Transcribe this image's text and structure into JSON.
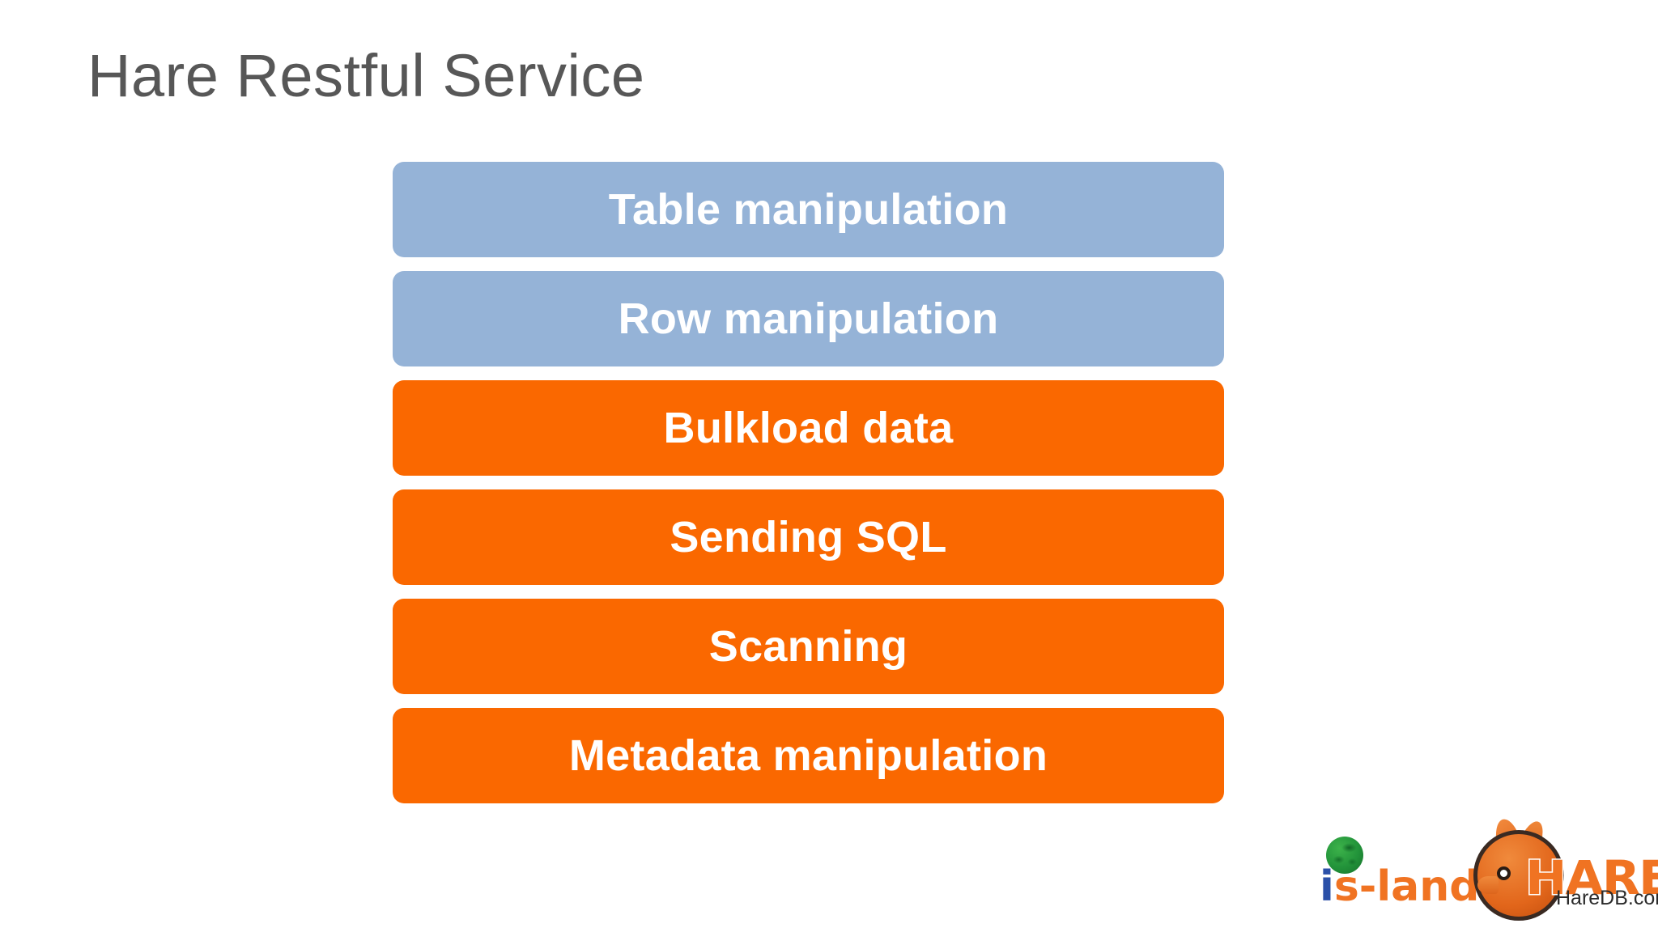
{
  "slide": {
    "title": "Hare Restful Service",
    "background_color": "#ffffff",
    "title_color": "#575757"
  },
  "colors": {
    "blue_bar": "#95b3d7",
    "orange_bar": "#fa6800",
    "bar_label": "#ffffff",
    "island_i": "#2b50a8",
    "island_text": "#f07322",
    "island_globe": "#22933a",
    "hare_orange": "#f07322"
  },
  "bars": [
    {
      "label": "Table manipulation",
      "color": "blue"
    },
    {
      "label": "Row manipulation",
      "color": "blue"
    },
    {
      "label": "Bulkload data",
      "color": "orange"
    },
    {
      "label": "Sending SQL",
      "color": "orange"
    },
    {
      "label": "Scanning",
      "color": "orange"
    },
    {
      "label": "Metadata manipulation",
      "color": "orange"
    }
  ],
  "logos": {
    "island": {
      "i_stem": "i",
      "rest": "s-land",
      "globe_icon": "green-globe-icon"
    },
    "hare": {
      "wordmark": "HARE",
      "domain": "HareDB.com",
      "rabbit_icon": "rabbit-head-icon"
    }
  }
}
